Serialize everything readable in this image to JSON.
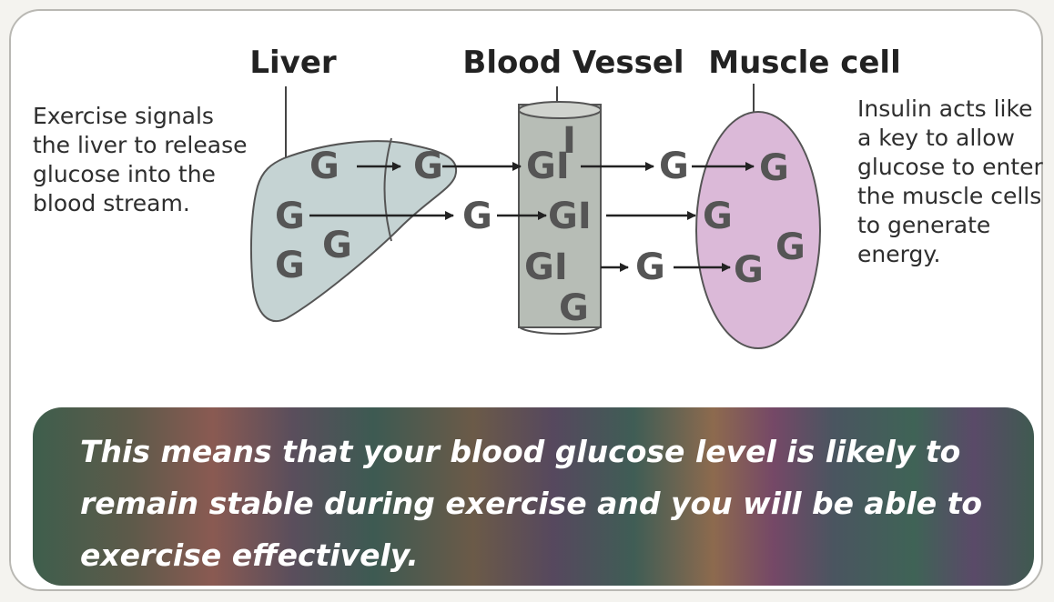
{
  "labels": {
    "liver": "Liver",
    "blood_vessel": "Blood Vessel",
    "muscle_cell": "Muscle cell"
  },
  "left_text": "Exercise signals the liver to release glucose into the blood stream.",
  "right_text": "Insulin acts like a key to allow glucose to enter the muscle cells to generate energy.",
  "letters": {
    "glucose": "G",
    "insulin": "I",
    "gi": "GI"
  },
  "bottom_note": "This means that your blood glucose level is likely to remain stable during exercise and you will be able to exercise effectively.",
  "colors": {
    "liver_fill": "#c5d3d3",
    "vessel_fill": "#b7bdb6",
    "muscle_fill": "#dbb9d8",
    "letter": "#555555",
    "title": "#222222"
  }
}
